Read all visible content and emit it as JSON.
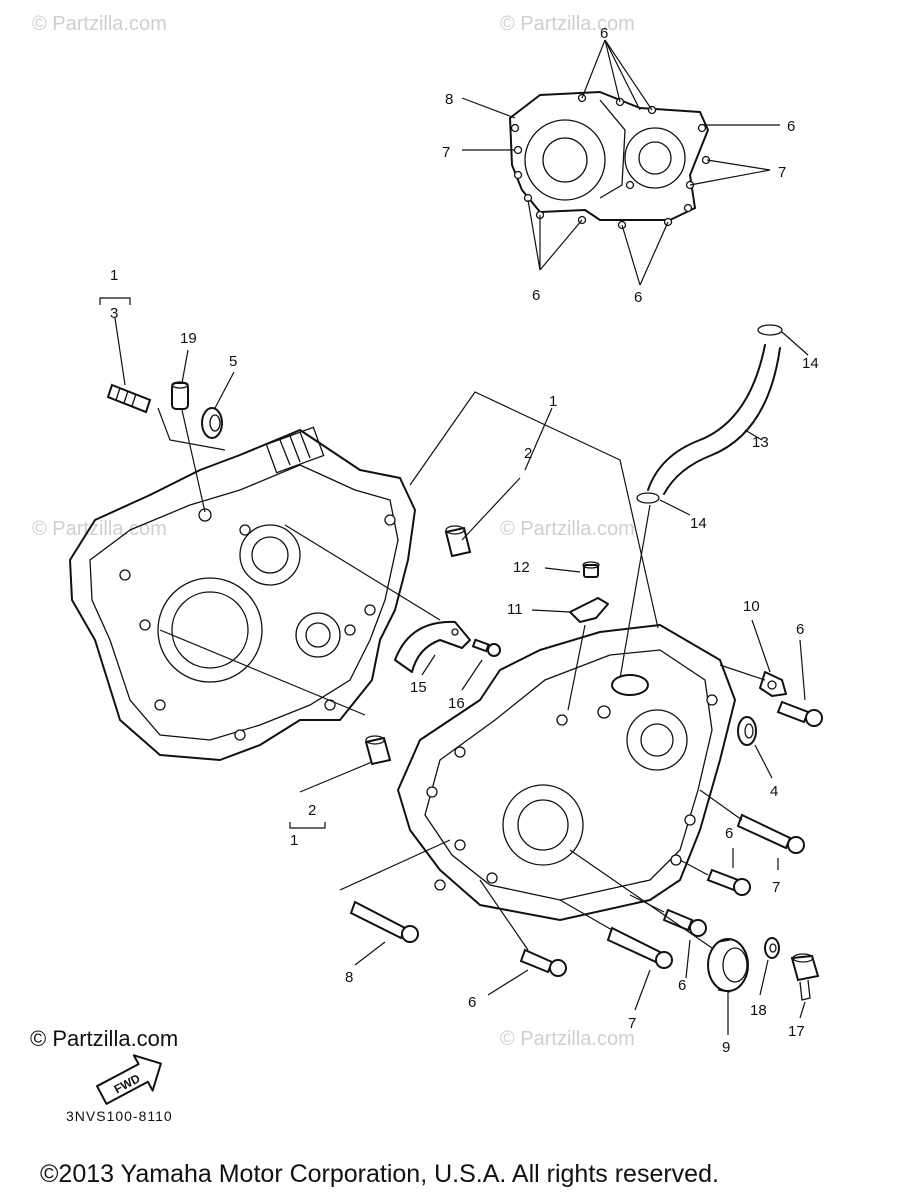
{
  "watermark": "© Partzilla.com",
  "brand_mark": "© Partzilla.com",
  "fwd_label": "FWD",
  "diagram_code": "3NVS100-8110",
  "copyright": "©2013  Yamaha Motor Corporation, U.S.A. All rights reserved.",
  "callouts": {
    "c1": "1",
    "c2": "2",
    "c3": "3",
    "c4": "4",
    "c5": "5",
    "c6": "6",
    "c7": "7",
    "c8": "8",
    "c9": "9",
    "c10": "10",
    "c11": "11",
    "c12": "12",
    "c13": "13",
    "c14": "14",
    "c15": "15",
    "c16": "16",
    "c17": "17",
    "c18": "18",
    "c19": "19"
  }
}
